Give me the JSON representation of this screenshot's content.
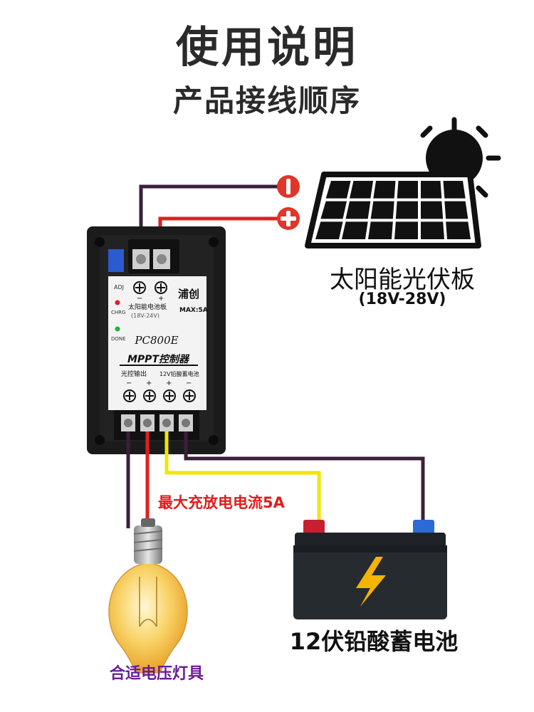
{
  "header": {
    "title": "使用说明",
    "subtitle": "产品接线顺序"
  },
  "solar_panel": {
    "label": "太阳能光伏板",
    "voltage_range": "(18V-28V)",
    "negative_symbol": "−",
    "positive_symbol": "+"
  },
  "controller": {
    "adj_label": "ADJ",
    "terminal_minus": "−",
    "terminal_plus": "+",
    "input_label": "太阳能电池板",
    "input_range": "(18V-24V)",
    "brand": "浦创",
    "max_current": "MAX:5A",
    "chrg_label": "CHRG",
    "done_label": "DONE",
    "model": "PC800E",
    "product_name": "MPPT控制器",
    "output_label": "光控输出",
    "battery_port_label": "12V铅酸蓄电池",
    "output_terminals": [
      "−",
      "+",
      "+",
      "−"
    ]
  },
  "current_note": "最大充放电电流5A",
  "battery": {
    "label": "12伏铅酸蓄电池"
  },
  "lamp": {
    "label": "合适电压灯具"
  },
  "colors": {
    "wire_negative": "#3b1f38",
    "wire_positive": "#e02020",
    "wire_yellow": "#f2e600",
    "positive_badge": "#e0352b",
    "negative_badge": "#e0352b",
    "controller_body": "#1e1e1e",
    "battery_body": "#262b30",
    "lightning": "#f5b400"
  }
}
